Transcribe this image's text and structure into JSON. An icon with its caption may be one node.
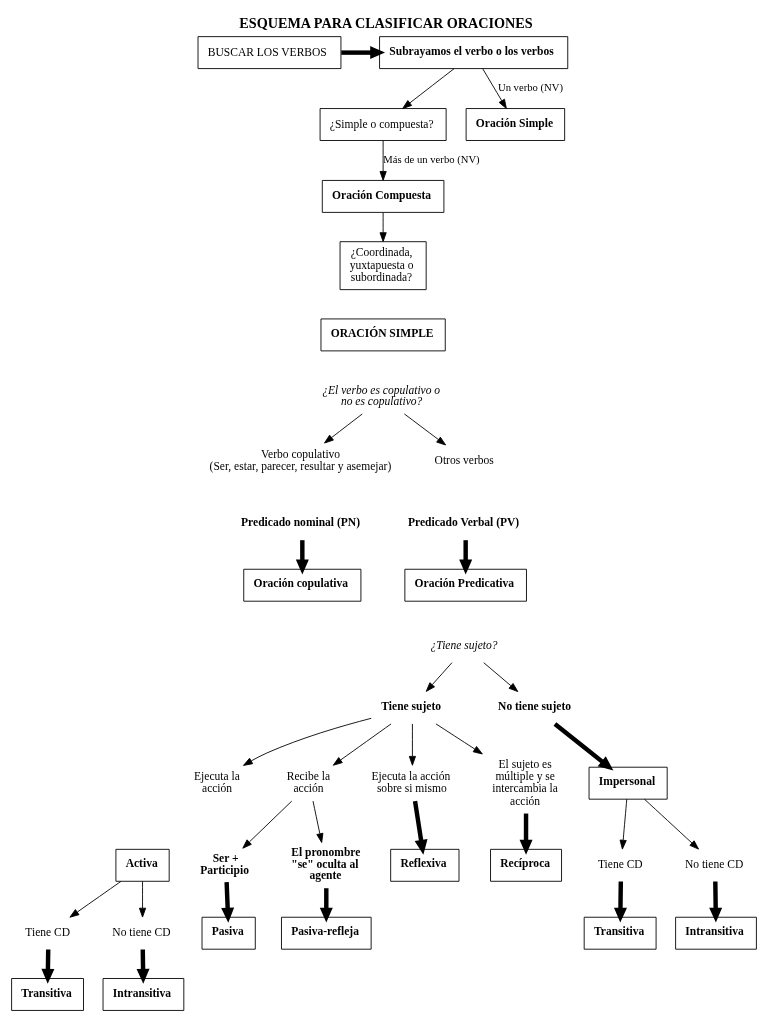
{
  "diagram": {
    "title": "ESQUEMA PARA CLASIFICAR ORACIONES",
    "nodes": [
      {
        "text": [
          "BUSCAR LOS VERBOS"
        ]
      },
      {
        "text": [
          "Subrayamos el verbo o los verbos"
        ]
      },
      {
        "text": [
          "¿Simple o compuesta?"
        ]
      },
      {
        "text": [
          "Oración Simple"
        ]
      },
      {
        "text": [
          "Oración Compuesta"
        ]
      },
      {
        "text": [
          "¿Coordinada, yuxtapuesta o subordinada?"
        ]
      },
      {
        "text": [
          "ORACIÓN SIMPLE"
        ]
      },
      {
        "text": [
          "¿El verbo es copulativo o no es copulativo?"
        ]
      },
      {
        "text": [
          "Verbo copulativo",
          "(Ser, estar, parecer, resultar y asemejar)"
        ]
      },
      {
        "text": [
          "Otros verbos"
        ]
      },
      {
        "text": [
          "Predicado nominal (PN)"
        ]
      },
      {
        "text": [
          "Oración copulativa"
        ]
      },
      {
        "text": [
          "Predicado Verbal (PV)"
        ]
      },
      {
        "text": [
          "Oración Predicativa"
        ]
      },
      {
        "text": [
          "¿Tiene sujeto?"
        ]
      },
      {
        "text": [
          "Tiene sujeto"
        ]
      },
      {
        "text": [
          "No tiene sujeto"
        ]
      },
      {
        "text": [
          "Ejecuta la acción"
        ]
      },
      {
        "text": [
          "Recibe la acción"
        ]
      },
      {
        "text": [
          "Ejecuta la acción sobre si mismo"
        ]
      },
      {
        "text": [
          "El sujeto es múltiple y se intercambia la acción"
        ]
      },
      {
        "text": [
          "Activa"
        ]
      },
      {
        "text": [
          "Ser + Participio"
        ]
      },
      {
        "text": [
          "El pronombre \"se\" oculta al agente"
        ]
      },
      {
        "text": [
          "Reflexiva"
        ]
      },
      {
        "text": [
          "Recíproca"
        ]
      },
      {
        "text": [
          "Tiene CD"
        ]
      },
      {
        "text": [
          "No tiene CD"
        ]
      },
      {
        "text": [
          "Transitiva"
        ]
      },
      {
        "text": [
          "Intransitiva"
        ]
      },
      {
        "text": [
          "Pasiva"
        ]
      },
      {
        "text": [
          "Pasiva-refleja"
        ]
      },
      {
        "text": [
          "Impersonal"
        ]
      },
      {
        "text": [
          "Tiene CD"
        ]
      },
      {
        "text": [
          "No tiene CD"
        ]
      },
      {
        "text": [
          "Transitiva"
        ]
      },
      {
        "text": [
          "Intransitiva"
        ]
      }
    ],
    "edges": [
      {
        "from": 0,
        "to": 1,
        "arrow": "to",
        "style": "thick"
      },
      {
        "from": 1,
        "to": 3,
        "arrow": "to",
        "label": "Un verbo (NV)"
      },
      {
        "from": 1,
        "to": 2,
        "arrow": "to"
      },
      {
        "from": 2,
        "to": 4,
        "arrow": "to",
        "label": "Más de un verbo (NV)"
      },
      {
        "from": 4,
        "to": 5,
        "arrow": "to"
      },
      {
        "from": 7,
        "to": 8,
        "arrow": "to"
      },
      {
        "from": 7,
        "to": 9,
        "arrow": "to"
      },
      {
        "from": 10,
        "to": 11,
        "arrow": "to",
        "style": "thick"
      },
      {
        "from": 12,
        "to": 13,
        "arrow": "to",
        "style": "thick"
      },
      {
        "from": 14,
        "to": 15,
        "arrow": "to"
      },
      {
        "from": 14,
        "to": 16,
        "arrow": "to"
      },
      {
        "from": 15,
        "to": 17,
        "arrow": "to"
      },
      {
        "from": 15,
        "to": 18,
        "arrow": "to"
      },
      {
        "from": 15,
        "to": 19,
        "arrow": "to"
      },
      {
        "from": 15,
        "to": 20,
        "arrow": "to"
      },
      {
        "from": 18,
        "to": 22,
        "arrow": "to"
      },
      {
        "from": 18,
        "to": 23,
        "arrow": "to"
      },
      {
        "from": 19,
        "to": 24,
        "arrow": "to",
        "style": "thick"
      },
      {
        "from": 20,
        "to": 25,
        "arrow": "to",
        "style": "thick"
      },
      {
        "from": 21,
        "to": 26,
        "arrow": "to"
      },
      {
        "from": 21,
        "to": 27,
        "arrow": "to"
      },
      {
        "from": 26,
        "to": 28,
        "arrow": "to",
        "style": "thick"
      },
      {
        "from": 27,
        "to": 29,
        "arrow": "to",
        "style": "thick"
      },
      {
        "from": 22,
        "to": 30,
        "arrow": "to",
        "style": "thick"
      },
      {
        "from": 23,
        "to": 31,
        "arrow": "to",
        "style": "thick"
      },
      {
        "from": 16,
        "to": 32,
        "arrow": "to",
        "style": "thick"
      },
      {
        "from": 32,
        "to": 33,
        "arrow": "to"
      },
      {
        "from": 32,
        "to": 34,
        "arrow": "to"
      },
      {
        "from": 33,
        "to": 35,
        "arrow": "to",
        "style": "thick"
      },
      {
        "from": 34,
        "to": 36,
        "arrow": "to",
        "style": "thick"
      }
    ]
  }
}
